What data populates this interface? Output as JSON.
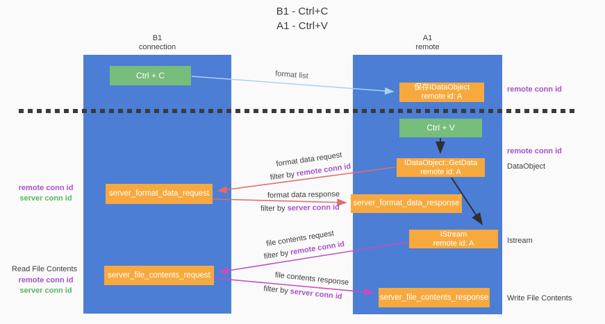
{
  "title": {
    "line1": "B1 - Ctrl+C",
    "line2": "A1 - Ctrl+V"
  },
  "lanes": {
    "left": {
      "name": "B1",
      "role": "connection"
    },
    "right": {
      "name": "A1",
      "role": "remote"
    }
  },
  "boxes": {
    "ctrl_c": "Ctrl + C",
    "ctrl_v": "Ctrl + V",
    "save_dataobject": {
      "line1": "保存IDataObject",
      "line2": "remote id: A"
    },
    "getdata": {
      "line1": "IDataObject::GetData",
      "line2": "remote id: A"
    },
    "istream": {
      "line1": "IStream",
      "line2": "remote id: A"
    },
    "server_format_data_request": "server_format_data_request",
    "server_format_data_response": "server_format_data_response",
    "server_file_contents_request": "server_file_contents_request",
    "server_file_contents_response": "server_file_contents_response"
  },
  "flow_labels": {
    "format_list": "format list",
    "format_data_request": "format data request",
    "format_data_response": "format data response",
    "file_contents_request": "file contents request",
    "file_contents_response": "file contents response",
    "filter_prefix": "filter by",
    "remote_conn_id": "remote conn id",
    "server_conn_id": "server conn id"
  },
  "side_labels": {
    "right_remote_conn_id_top": "remote conn id",
    "right_remote_conn_id_mid": "remote conn id",
    "dataobject": "DataObject",
    "istream": "Istream",
    "write_file_contents": "Write File Contents",
    "read_file_contents": "Read File Contents",
    "left_remote_conn_id_top": "remote conn id",
    "left_server_conn_id_top": "server conn id",
    "left_remote_conn_id_bottom": "remote conn id",
    "left_server_conn_id_bottom": "server conn id"
  },
  "colors": {
    "lane_blue": "#4c7ed6",
    "box_orange": "#f7a93e",
    "box_green": "#77bd7b",
    "purple_text": "#a752c8",
    "green_text": "#52b860",
    "arrow_lightblue": "#a9d2ef",
    "arrow_red": "#e06c6c",
    "arrow_magenta": "#c44ec0",
    "arrow_black": "#2f2f2f"
  }
}
